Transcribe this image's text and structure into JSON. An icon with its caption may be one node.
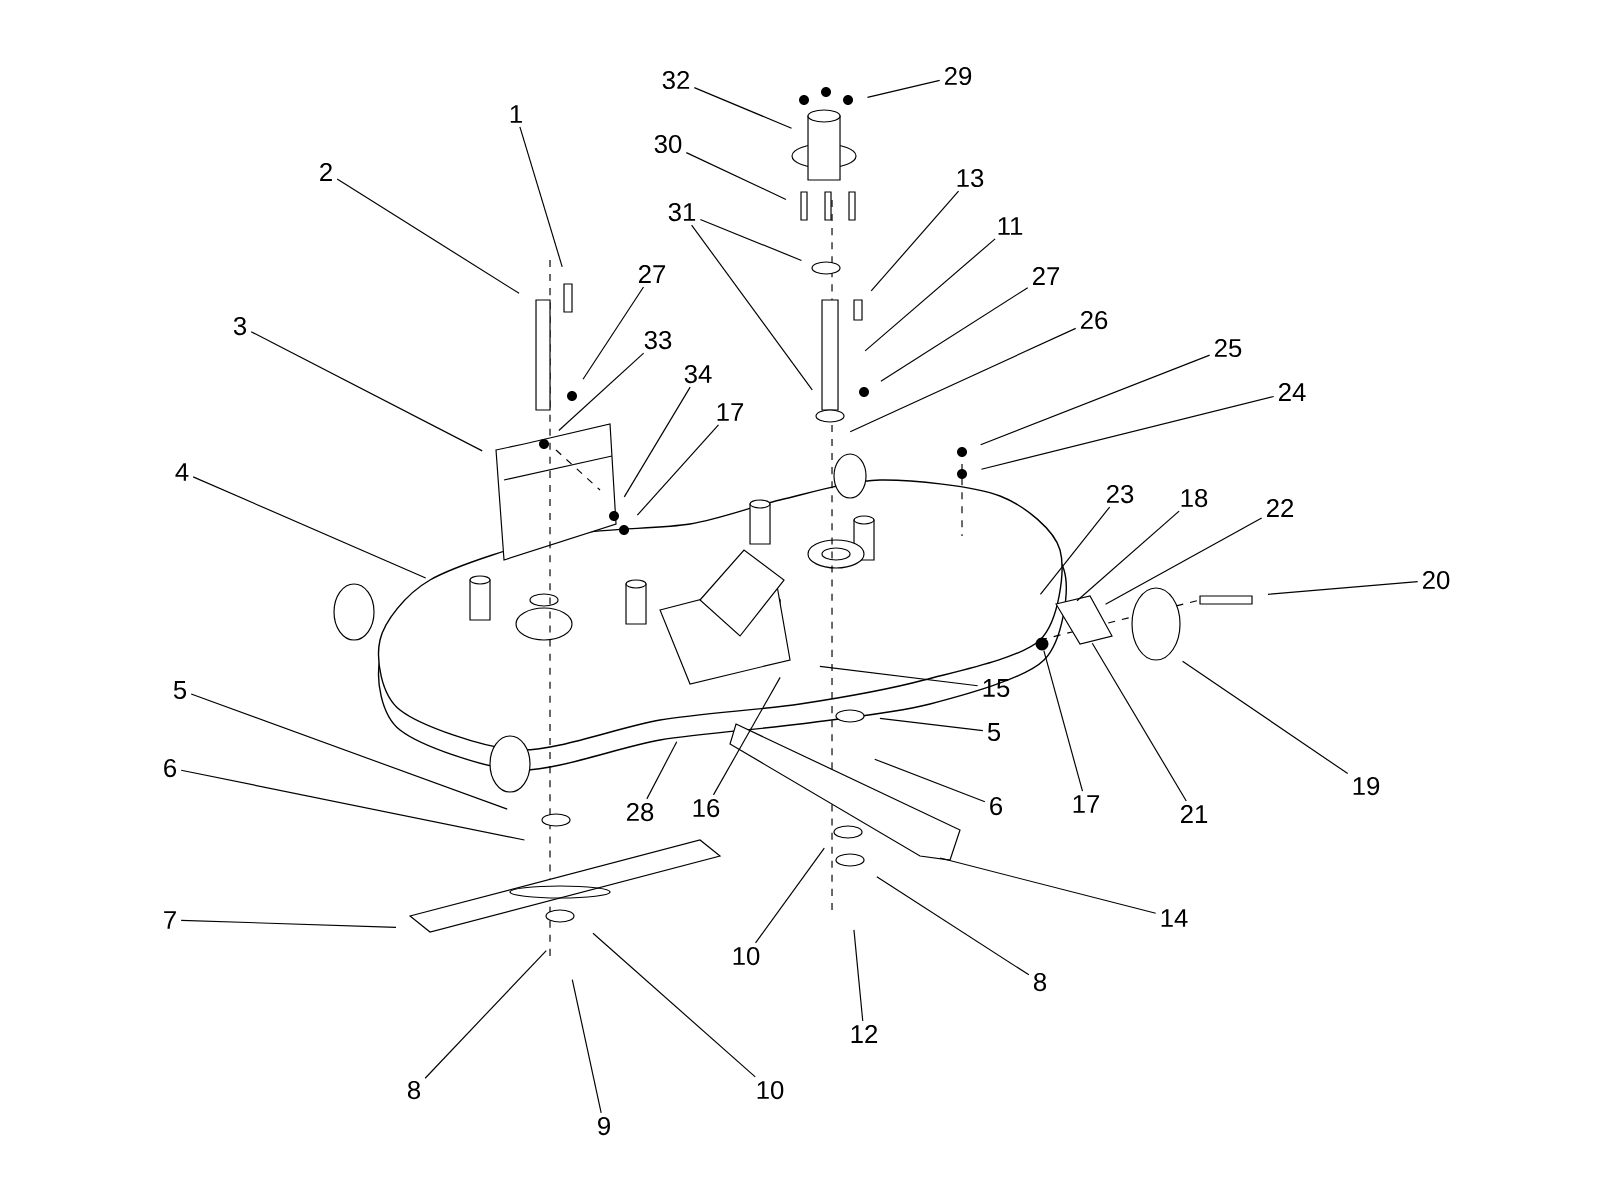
{
  "diagram": {
    "nodes": [
      {
        "text": [
          "29"
        ]
      },
      {
        "text": [
          "32"
        ]
      },
      {
        "text": [
          "1"
        ]
      },
      {
        "text": [
          "30"
        ]
      },
      {
        "text": [
          "2"
        ]
      },
      {
        "text": [
          "13"
        ]
      },
      {
        "text": [
          "31"
        ]
      },
      {
        "text": [
          "11"
        ]
      },
      {
        "text": [
          "27"
        ]
      },
      {
        "text": [
          "27"
        ]
      },
      {
        "text": [
          "26"
        ]
      },
      {
        "text": [
          "3"
        ]
      },
      {
        "text": [
          "33"
        ]
      },
      {
        "text": [
          "25"
        ]
      },
      {
        "text": [
          "34"
        ]
      },
      {
        "text": [
          "24"
        ]
      },
      {
        "text": [
          "17"
        ]
      },
      {
        "text": [
          "4"
        ]
      },
      {
        "text": [
          "23"
        ]
      },
      {
        "text": [
          "18"
        ]
      },
      {
        "text": [
          "22"
        ]
      },
      {
        "text": [
          "20"
        ]
      },
      {
        "text": [
          "15"
        ]
      },
      {
        "text": [
          "5"
        ]
      },
      {
        "text": [
          "5"
        ]
      },
      {
        "text": [
          "6"
        ]
      },
      {
        "text": [
          "19"
        ]
      },
      {
        "text": [
          "6"
        ]
      },
      {
        "text": [
          "17"
        ]
      },
      {
        "text": [
          "16"
        ]
      },
      {
        "text": [
          "28"
        ]
      },
      {
        "text": [
          "21"
        ]
      },
      {
        "text": [
          "7"
        ]
      },
      {
        "text": [
          "14"
        ]
      },
      {
        "text": [
          "10"
        ]
      },
      {
        "text": [
          "8"
        ]
      },
      {
        "text": [
          "12"
        ]
      },
      {
        "text": [
          "8"
        ]
      },
      {
        "text": [
          "10"
        ]
      },
      {
        "text": [
          "9"
        ]
      },
      {
        "text": [],
        "shape": "circle"
      }
    ],
    "edges": [
      {
        "from": 0,
        "to": null,
        "arrow": "none"
      },
      {
        "from": 1,
        "to": null,
        "arrow": "none"
      },
      {
        "from": 2,
        "to": null,
        "arrow": "none"
      },
      {
        "from": 3,
        "to": null,
        "arrow": "none"
      },
      {
        "from": 4,
        "to": null,
        "arrow": "none"
      },
      {
        "from": 5,
        "to": null,
        "arrow": "none"
      },
      {
        "from": 6,
        "to": null,
        "arrow": "none"
      },
      {
        "from": 6,
        "to": null,
        "arrow": "none"
      },
      {
        "from": 7,
        "to": null,
        "arrow": "none"
      },
      {
        "from": 8,
        "to": null,
        "arrow": "none"
      },
      {
        "from": 9,
        "to": null,
        "arrow": "none"
      },
      {
        "from": 10,
        "to": null,
        "arrow": "none"
      },
      {
        "from": 11,
        "to": null,
        "arrow": "none"
      },
      {
        "from": 12,
        "to": null,
        "arrow": "none"
      },
      {
        "from": 13,
        "to": null,
        "arrow": "none"
      },
      {
        "from": 14,
        "to": null,
        "arrow": "none"
      },
      {
        "from": 15,
        "to": null,
        "arrow": "none"
      },
      {
        "from": 16,
        "to": null,
        "arrow": "none"
      },
      {
        "from": 17,
        "to": null,
        "arrow": "none"
      },
      {
        "from": 18,
        "to": null,
        "arrow": "none"
      },
      {
        "from": 19,
        "to": null,
        "arrow": "none"
      },
      {
        "from": 20,
        "to": null,
        "arrow": "none"
      },
      {
        "from": 21,
        "to": null,
        "arrow": "none"
      },
      {
        "from": 22,
        "to": null,
        "arrow": "none"
      },
      {
        "from": 23,
        "to": null,
        "arrow": "none"
      },
      {
        "from": 24,
        "to": null,
        "arrow": "none"
      },
      {
        "from": 25,
        "to": null,
        "arrow": "none"
      },
      {
        "from": 26,
        "to": null,
        "arrow": "none"
      },
      {
        "from": 27,
        "to": null,
        "arrow": "none"
      },
      {
        "from": 28,
        "to": 40,
        "arrow": "none"
      },
      {
        "from": 29,
        "to": null,
        "arrow": "none"
      },
      {
        "from": 30,
        "to": null,
        "arrow": "none"
      },
      {
        "from": 31,
        "to": null,
        "arrow": "none"
      },
      {
        "from": 32,
        "to": null,
        "arrow": "none"
      },
      {
        "from": 33,
        "to": null,
        "arrow": "none"
      },
      {
        "from": 34,
        "to": null,
        "arrow": "none"
      },
      {
        "from": 35,
        "to": null,
        "arrow": "none"
      },
      {
        "from": 36,
        "to": null,
        "arrow": "none"
      },
      {
        "from": 37,
        "to": null,
        "arrow": "none"
      },
      {
        "from": 38,
        "to": null,
        "arrow": "none"
      },
      {
        "from": 39,
        "to": null,
        "arrow": "none"
      }
    ]
  }
}
